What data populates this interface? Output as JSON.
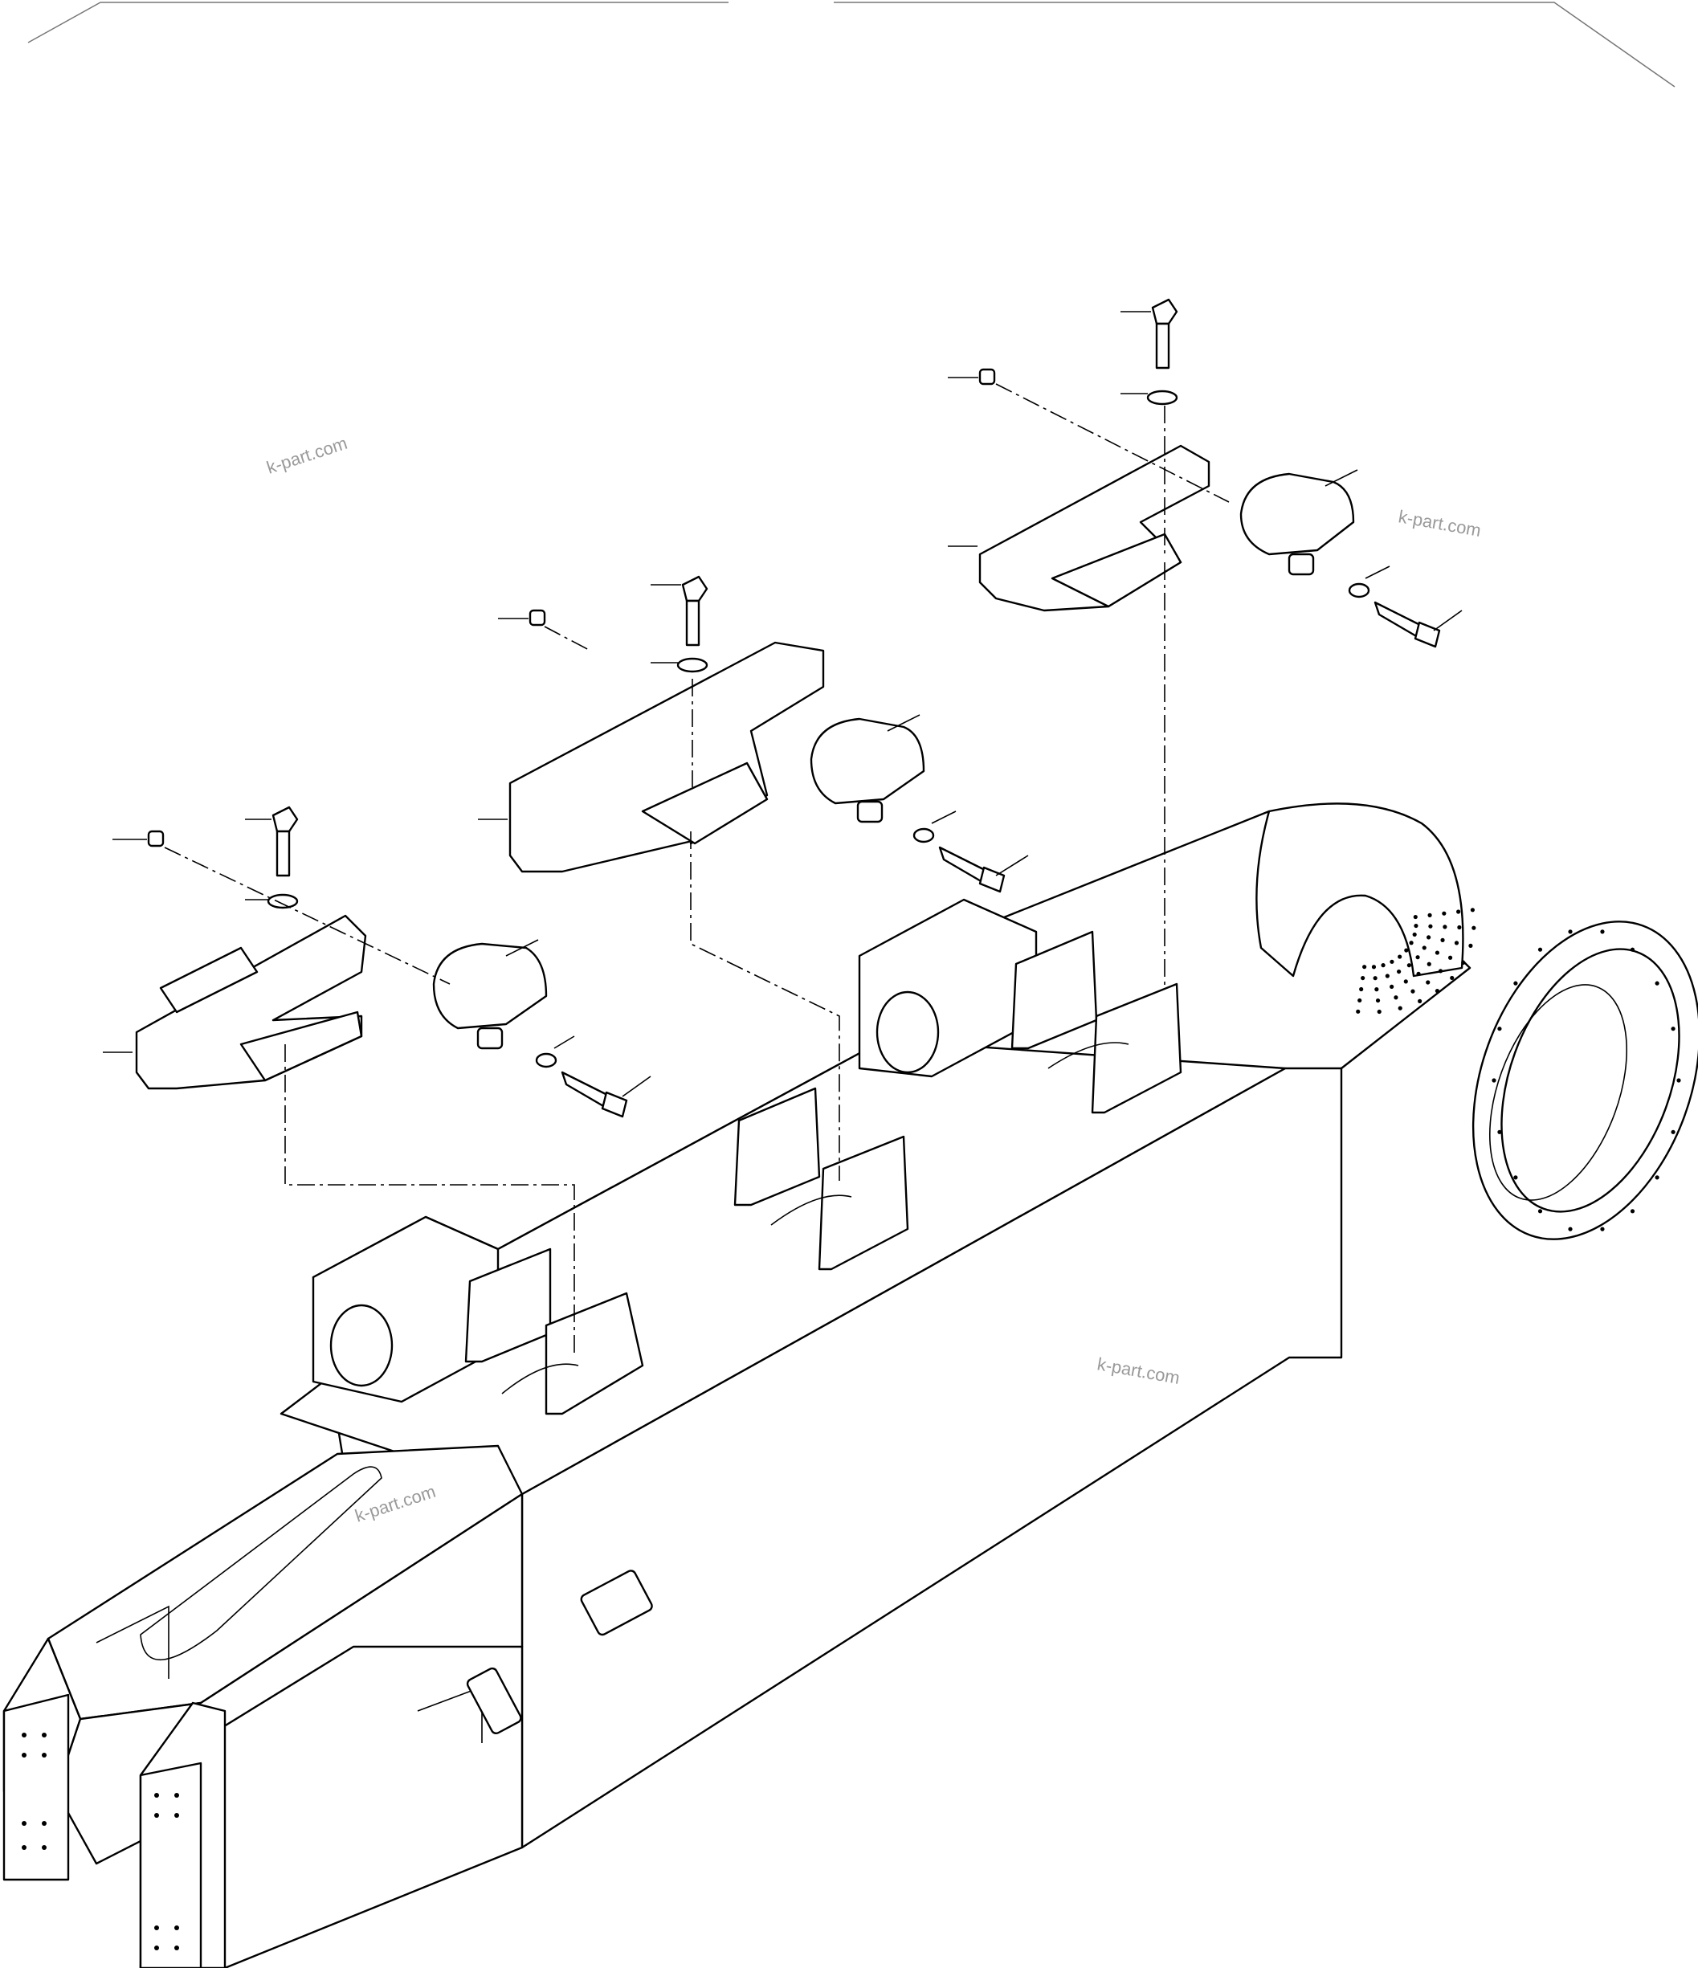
{
  "drawing": {
    "subject": "idler-frame-and-support-brackets",
    "watermarks": [
      {
        "text": "k-part.com"
      },
      {
        "text": "k-part.com"
      },
      {
        "text": "k-part.com"
      },
      {
        "text": "k-part.com"
      }
    ]
  },
  "colors": {
    "line": "#000000",
    "background": "#ffffff",
    "watermark": "#9a9a9a"
  }
}
